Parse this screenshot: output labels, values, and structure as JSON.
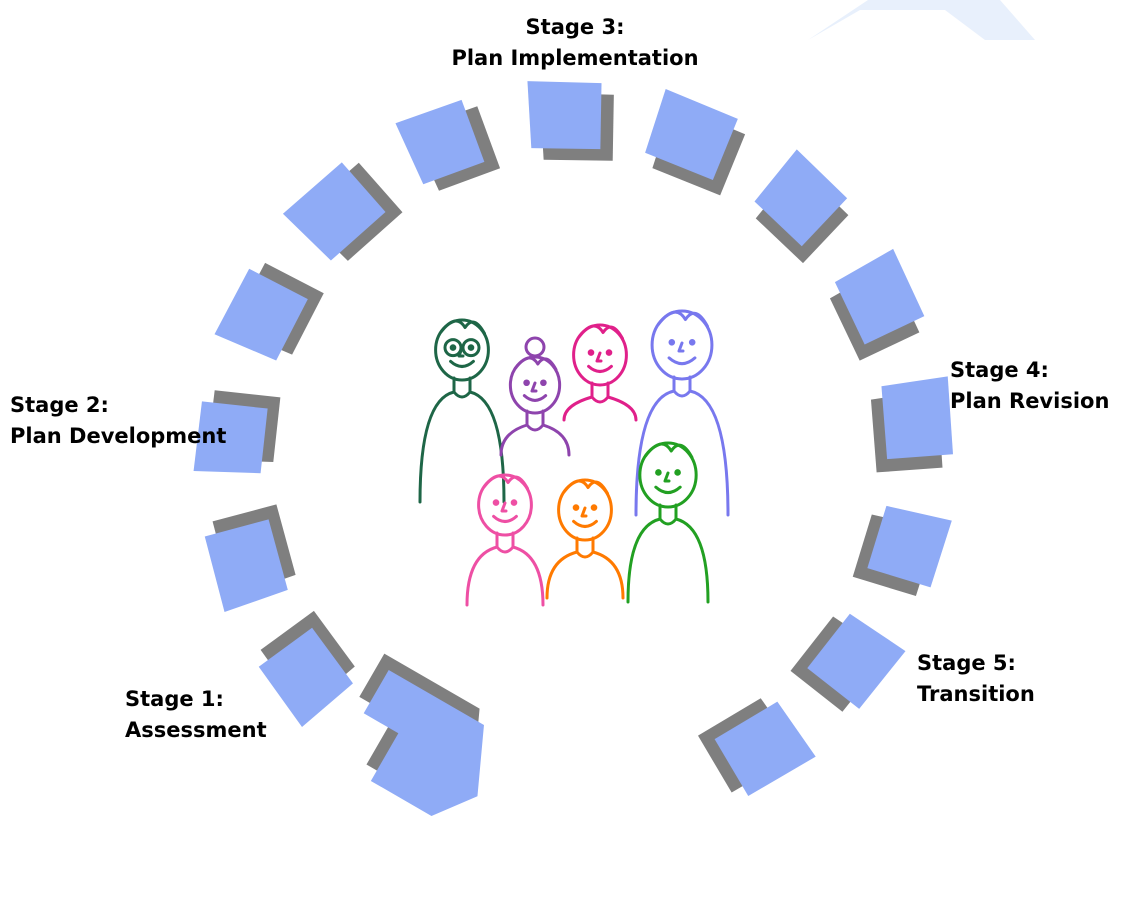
{
  "colors": {
    "tile": "#8fabf6",
    "shadow": "#7f7f7f",
    "corner_arrow": "#e8f0fc",
    "background": "#ffffff",
    "text": "#000000"
  },
  "stages": [
    {
      "id": "stage-1",
      "line1": "Stage 1:",
      "line2": "Assessment"
    },
    {
      "id": "stage-2",
      "line1": "Stage 2:",
      "line2": "Plan Development"
    },
    {
      "id": "stage-3",
      "line1": "Stage 3:",
      "line2": "Plan Implementation"
    },
    {
      "id": "stage-4",
      "line1": "Stage 4:",
      "line2": "Plan Revision"
    },
    {
      "id": "stage-5",
      "line1": "Stage 5:",
      "line2": "Transition"
    }
  ],
  "cycle": {
    "segments": 15,
    "direction": "clockwise",
    "end_marker": "arrow-head"
  },
  "center_figure": {
    "icon": "group-of-people-icon",
    "people": [
      {
        "role": "elderly-man-with-glasses",
        "color": "#1e6647"
      },
      {
        "role": "woman-with-bun",
        "color": "#8e44ad"
      },
      {
        "role": "girl-with-curls",
        "color": "#e0208a"
      },
      {
        "role": "man",
        "color": "#7878ee"
      },
      {
        "role": "child-girl",
        "color": "#ee4fa4"
      },
      {
        "role": "child-boy",
        "color": "#ff7a00"
      },
      {
        "role": "boy",
        "color": "#22a022"
      }
    ]
  }
}
